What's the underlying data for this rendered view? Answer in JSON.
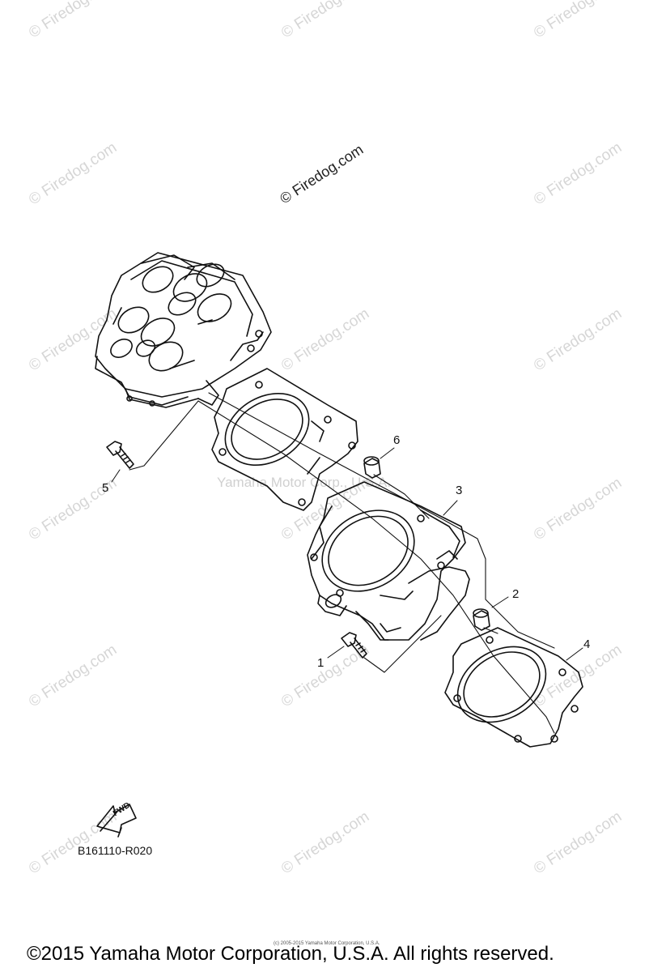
{
  "watermarks": {
    "site": "© Firedog.com",
    "main": "© Firedog.com",
    "center": "Yamaha Motor Corp., U.S.A."
  },
  "callouts": {
    "c1": "1",
    "c2": "2",
    "c3": "3",
    "c4": "4",
    "c5": "5",
    "c6": "6"
  },
  "part_code": "B161110-R020",
  "fwd_label": "FWD",
  "fine_print": "(c) 2005-2015 Yamaha Motor Corporation, U.S.A.",
  "copyright": "©2015 Yamaha Motor Corporation, U.S.A. All rights reserved."
}
